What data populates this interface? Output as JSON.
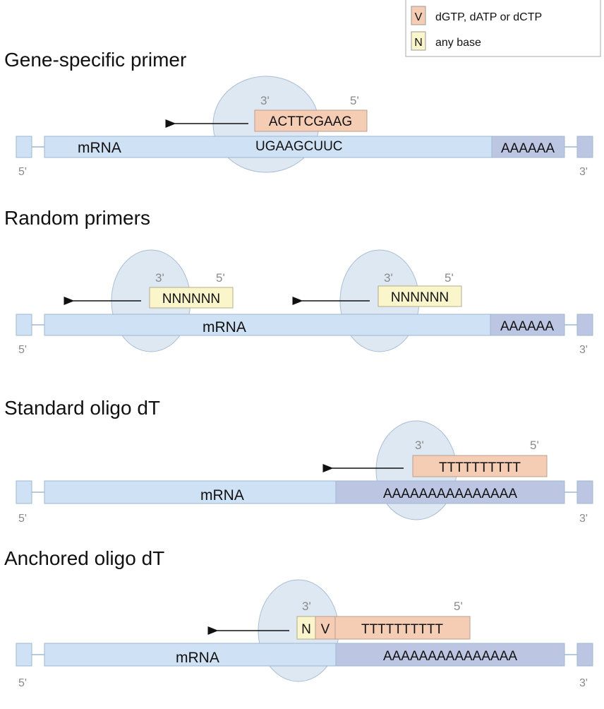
{
  "legend": [
    {
      "code": "V",
      "text": "dGTP, dATP or dCTP",
      "color": "#f4cdb4"
    },
    {
      "code": "N",
      "text": "any base",
      "color": "#fbf5cc"
    }
  ],
  "colors": {
    "mrna_fill": "#cfe1f4",
    "mrna_stroke": "#9fb8d2",
    "tail_fill": "#bcc6e3",
    "enzyme_fill": "#dde8f3",
    "primer_salmon": "#f4cdb4",
    "primer_yellow": "#fbf5cc"
  },
  "panels": {
    "gene_specific": {
      "title": "Gene-specific primer",
      "mrna_label": "mRNA",
      "primer_seq": "ACTTCGAAG",
      "template_seq": "UGAAGCUUC",
      "tail": "AAAAAA",
      "primer_3": "3'",
      "primer_5": "5'",
      "end_5": "5'",
      "end_3": "3'"
    },
    "random": {
      "title": "Random primers",
      "mrna_label": "mRNA",
      "primer_seq_1": "NNNNNN",
      "primer_seq_2": "NNNNNN",
      "tail": "AAAAAA",
      "primer1_3": "3'",
      "primer1_5": "5'",
      "primer2_3": "3'",
      "primer2_5": "5'",
      "end_5": "5'",
      "end_3": "3'"
    },
    "standard_oligo_dt": {
      "title": "Standard oligo dT",
      "mrna_label": "mRNA",
      "primer_seq": "TTTTTTTTTT",
      "tail": "AAAAAAAAAAAAAAA",
      "primer_3": "3'",
      "primer_5": "5'",
      "end_5": "5'",
      "end_3": "3'"
    },
    "anchored_oligo_dt": {
      "title": "Anchored oligo dT",
      "mrna_label": "mRNA",
      "anchor_n": "N",
      "anchor_v": "V",
      "primer_seq": "TTTTTTTTTT",
      "tail": "AAAAAAAAAAAAAAA",
      "primer_3": "3'",
      "primer_5": "5'",
      "end_5": "5'",
      "end_3": "3'"
    }
  }
}
